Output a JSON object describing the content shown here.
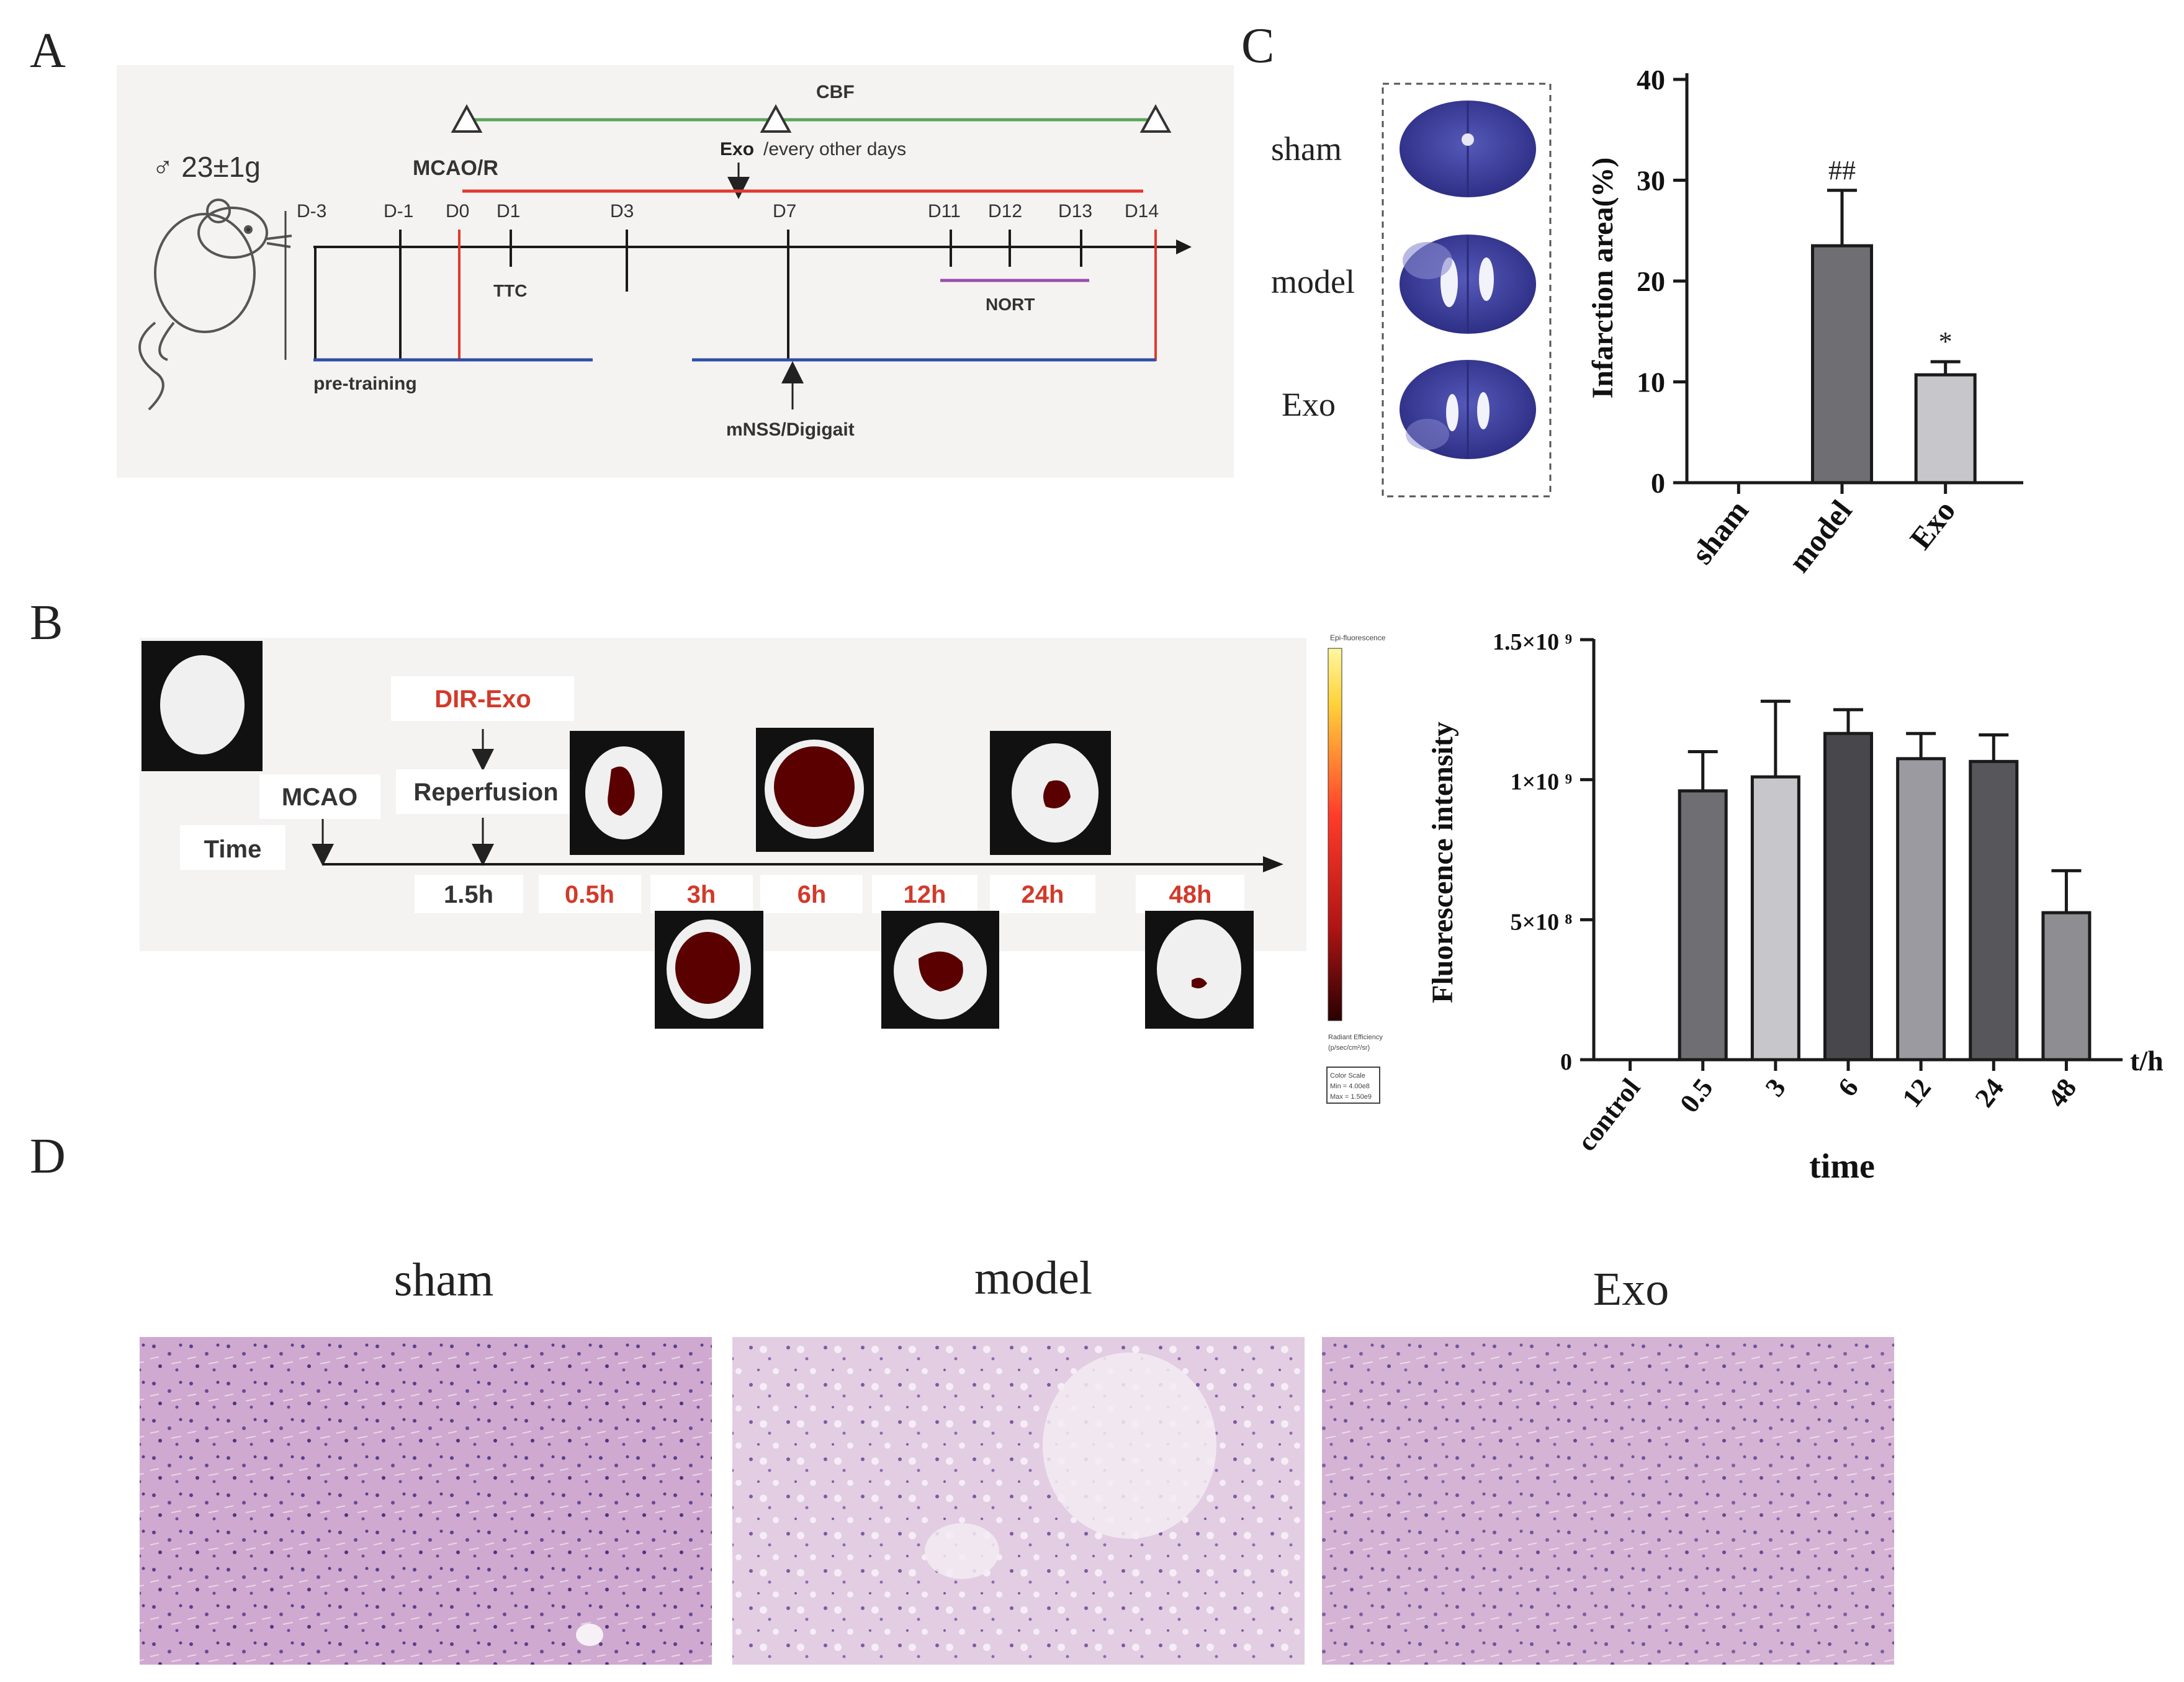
{
  "panel_labels": {
    "a": "A",
    "b": "B",
    "c": "C",
    "d": "D"
  },
  "colors": {
    "timeline_bg": "#f4f3f2",
    "axis": "#1a1a1a",
    "red_line": "#e03a2e",
    "green_line": "#5aa55a",
    "blue_line": "#2e4fa6",
    "purple_line": "#9b4fb0",
    "red_text": "#d23a2a",
    "he_stain": "#c9a3c9",
    "slice_blue": "#3b3f9e",
    "bar_fill_colors": [
      "#8d8d92",
      "#6e6e73",
      "#c6c6cb",
      "#48484c",
      "#9a9aa0",
      "#56565b"
    ]
  },
  "panel_a": {
    "weight": "♂ 23±1g",
    "cbf": "CBF",
    "mcao": "MCAO/R",
    "exo": "Exo",
    "exo_note": "/every other days",
    "days": [
      "D-3",
      "D-1",
      "D0",
      "D1",
      "D3",
      "D7",
      "D11",
      "D12",
      "D13",
      "D14"
    ],
    "ttc": "TTC",
    "nort": "NORT",
    "pretraining": "pre-training",
    "mnss": "mNSS/Digigait"
  },
  "panel_b": {
    "dir_exo": "DIR-Exo",
    "mcao": "MCAO",
    "reperfusion": "Reperfusion",
    "time": "Time",
    "timepoints": {
      "t_1_5h": "1.5h",
      "t_0_5h": "0.5h",
      "t_3h": "3h",
      "t_6h": "6h",
      "t_12h": "12h",
      "t_24h": "24h",
      "t_48h": "48h"
    },
    "colorbar": {
      "top": "Epi-fluorescence",
      "bottom_1": "Radiant Efficiency",
      "bottom_2": "(p/sec/cm²/sr)",
      "box_1": "Color Scale",
      "box_2": "Min = 4.00e8",
      "box_3": "Max = 1.50e9"
    }
  },
  "panel_c": {
    "slice_labels": [
      "sham",
      "model",
      "Exo"
    ]
  },
  "panel_d": {
    "labels": [
      "sham",
      "model",
      "Exo"
    ]
  },
  "chart_data": [
    {
      "type": "bar",
      "id": "infarction",
      "categories": [
        "sham",
        "model",
        "Exo"
      ],
      "values": [
        0,
        23.5,
        10.7
      ],
      "errors": [
        0,
        5.5,
        1.3
      ],
      "annotations": [
        "",
        "##",
        "*"
      ],
      "ylabel": "Infarction area(%)",
      "xlabel": "",
      "yticks": [
        "0",
        "10",
        "20",
        "30",
        "40"
      ],
      "ylim": [
        0,
        40
      ]
    },
    {
      "type": "bar",
      "id": "fluorescence",
      "categories": [
        "control",
        "0.5",
        "3",
        "6",
        "12",
        "24",
        "48"
      ],
      "values": [
        0,
        960000000,
        1010000000,
        1165000000,
        1075000000,
        1065000000,
        525000000
      ],
      "errors": [
        0,
        140000000,
        270000000,
        85000000,
        90000000,
        95000000,
        150000000
      ],
      "ylabel": "Fluorescence intensity",
      "xlabel": "time",
      "xunit": "t/h",
      "yticks": [
        "0",
        "5×10 ⁸",
        "1×10 ⁹",
        "1.5×10 ⁹"
      ],
      "ylim": [
        0,
        1500000000
      ]
    }
  ]
}
